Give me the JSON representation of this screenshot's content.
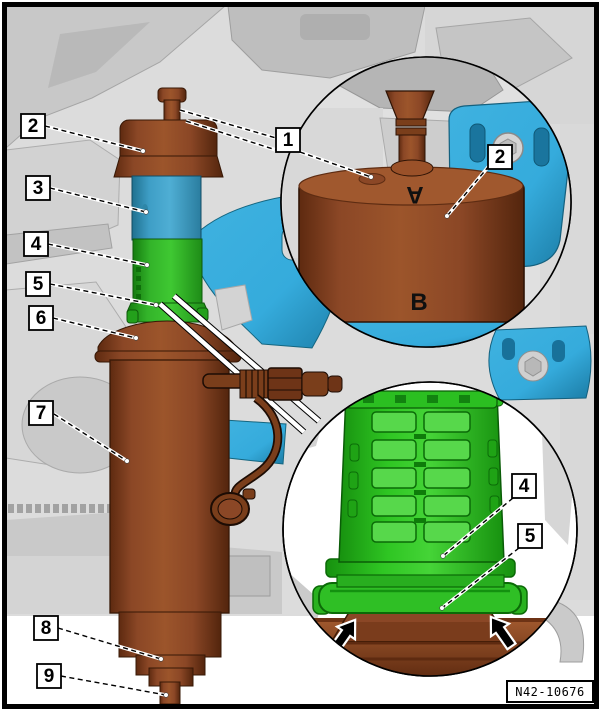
{
  "figure": {
    "part_code": "N42-10676",
    "cap_markings": {
      "a": "A",
      "b": "B"
    },
    "callouts": {
      "c1": "1",
      "c2": "2",
      "c3": "3",
      "c4": "4",
      "c5": "5",
      "c6": "6",
      "c7": "7",
      "c8": "8",
      "c9": "9",
      "detail_top_c2": "2",
      "detail_bottom_c4": "4",
      "detail_bottom_c5": "5"
    },
    "colors": {
      "strut_brown": "#8B4726",
      "sleeve_blue": "#3E9EC6",
      "sleeve_green": "#33B42A",
      "detail_green": "#2FC623",
      "subframe_cyan": "#35ABDC",
      "background_gray": "#DCDCDC",
      "frame_black": "#000000"
    }
  }
}
